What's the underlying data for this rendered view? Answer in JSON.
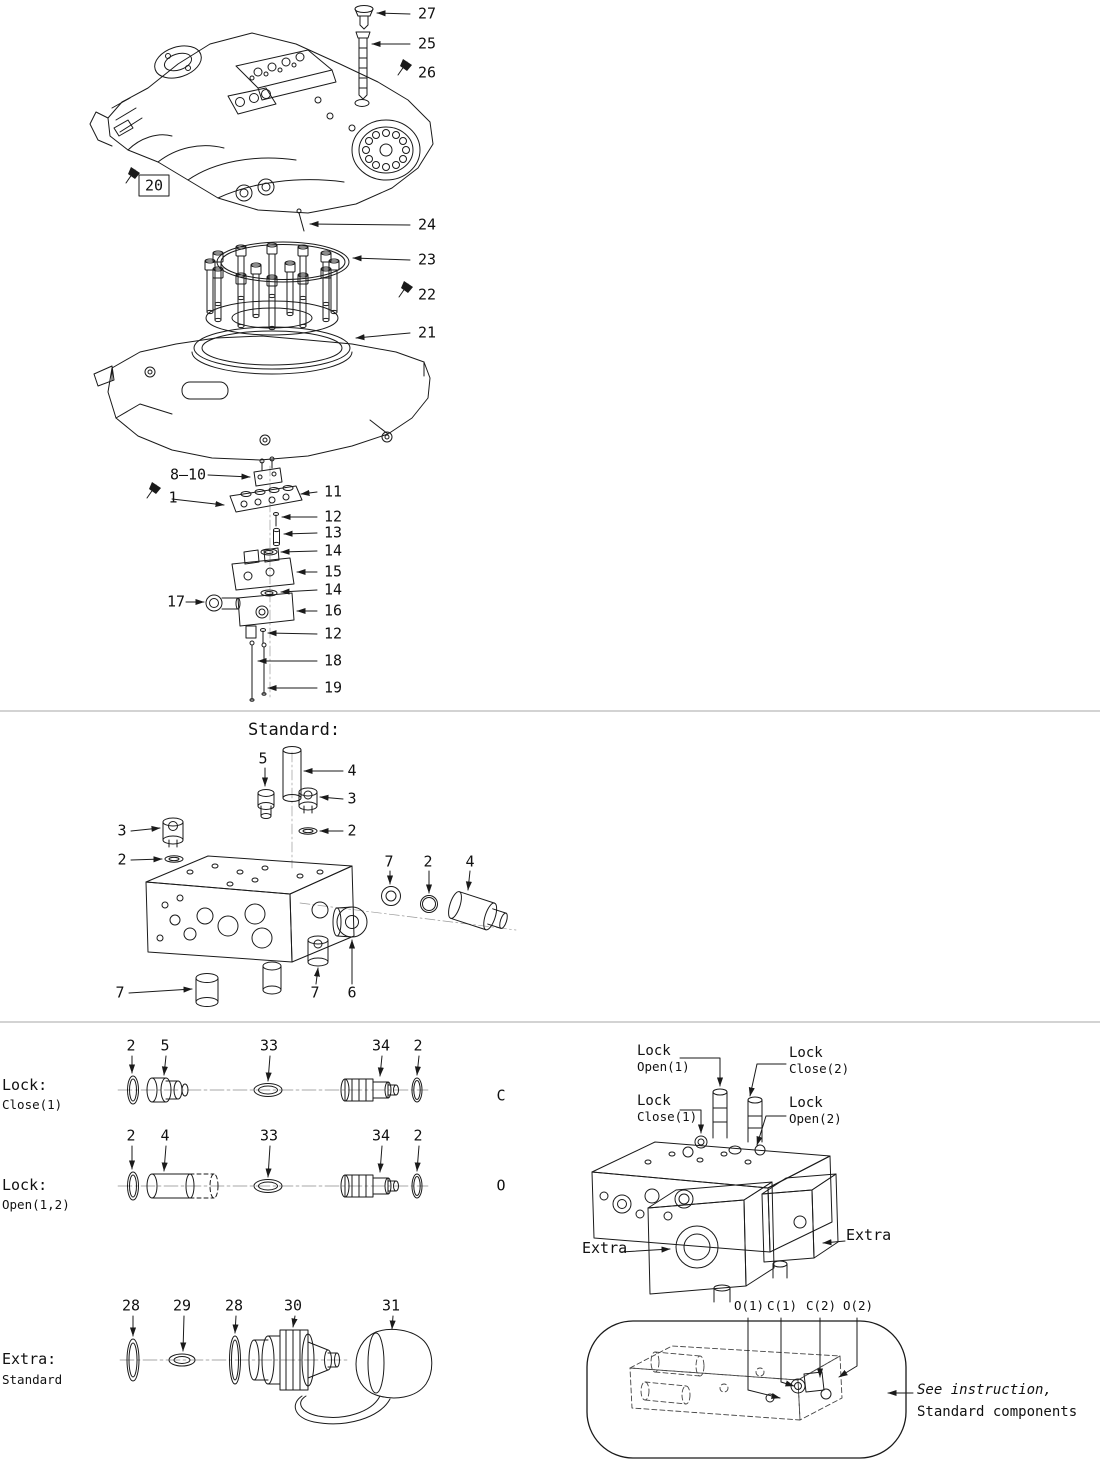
{
  "ink": "#1a1a1a",
  "top": {
    "callouts": {
      "c27": "27",
      "c25": "25",
      "c26": "26",
      "c20": "20",
      "c24": "24",
      "c23": "23",
      "c22": "22",
      "c21": "21",
      "c8_10": "8–10",
      "c1": "1",
      "c11": "11",
      "c12a": "12",
      "c13": "13",
      "c14a": "14",
      "c15": "15",
      "c14b": "14",
      "c16": "16",
      "c17": "17",
      "c12b": "12",
      "c18": "18",
      "c19": "19"
    }
  },
  "standard": {
    "title": "Standard:",
    "callouts": {
      "c5": "5",
      "c4top": "4",
      "c3right": "3",
      "c3left": "3",
      "c2right": "2",
      "c2left": "2",
      "c7mid": "7",
      "c2mid": "2",
      "c4right": "4",
      "c7bottomleft": "7",
      "c7bottommid": "7",
      "c6": "6"
    }
  },
  "lock_close_row": {
    "label": "Lock:",
    "sub": "Close(1)",
    "letter": "C",
    "callouts": {
      "c2a": "2",
      "c5": "5",
      "c33": "33",
      "c34": "34",
      "c2b": "2"
    }
  },
  "lock_open_row": {
    "label": "Lock:",
    "sub": "Open(1,2)",
    "letter": "O",
    "callouts": {
      "c2a": "2",
      "c4": "4",
      "c33": "33",
      "c34": "34",
      "c2b": "2"
    }
  },
  "extra_row": {
    "label": "Extra:",
    "sub": "Standard",
    "callouts": {
      "c28a": "28",
      "c29": "29",
      "c28b": "28",
      "c30": "30",
      "c31": "31"
    }
  },
  "right_assembly": {
    "lock_open1_l1": "Lock",
    "lock_open1_l2": "Open(1)",
    "lock_close2_l1": "Lock",
    "lock_close2_l2": "Close(2)",
    "lock_close1_l1": "Lock",
    "lock_close1_l2": "Close(1)",
    "lock_open2_l1": "Lock",
    "lock_open2_l2": "Open(2)",
    "extra_left": "Extra",
    "extra_right": "Extra"
  },
  "inset": {
    "port_o1": "O(1)",
    "port_c1": "C(1)",
    "port_c2": "C(2)",
    "port_o2": "O(2)",
    "note1": "See instruction,",
    "note2": "Standard components"
  }
}
